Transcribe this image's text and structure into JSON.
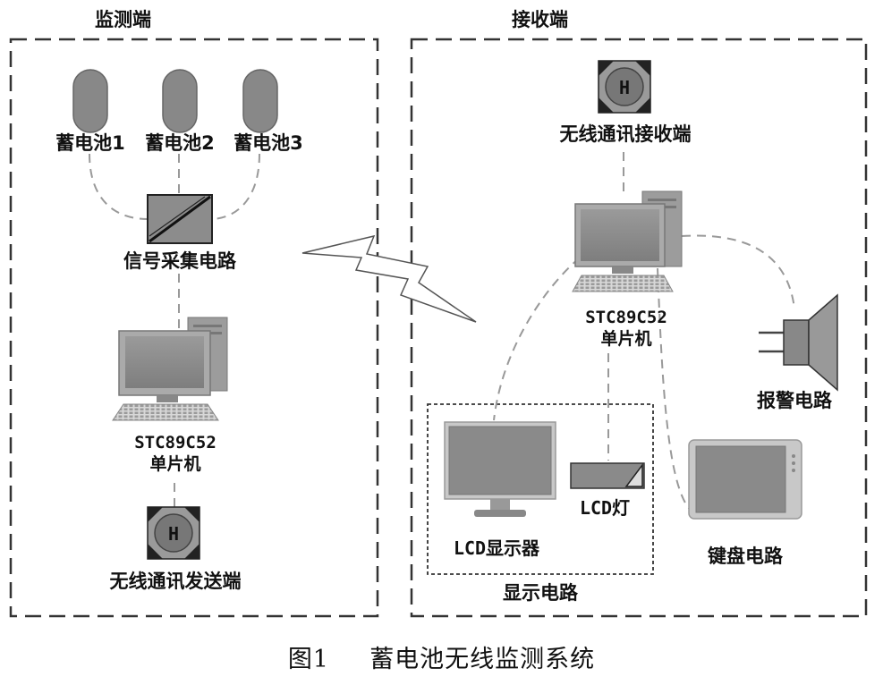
{
  "monitor_side": {
    "title": "监测端",
    "batteries": [
      "蓄电池1",
      "蓄电池2",
      "蓄电池3"
    ],
    "signal_circuit": "信号采集电路",
    "mcu_model": "STC89C52",
    "mcu_name": "单片机",
    "wireless_tx": "无线通讯发送端",
    "wireless_icon_letter": "H"
  },
  "receiver_side": {
    "title": "接收端",
    "wireless_rx": "无线通讯接收端",
    "wireless_icon_letter": "H",
    "mcu_model": "STC89C52",
    "mcu_name": "单片机",
    "alarm": "报警电路",
    "keyboard": "键盘电路",
    "display_group": "显示电路",
    "lcd_display": "LCD显示器",
    "lcd_light": "LCD灯"
  },
  "caption": {
    "figure_no": "图1",
    "title": "蓄电池无线监测系统"
  },
  "colors": {
    "component_gray": "#8a8a8a",
    "dark_gray": "#444444",
    "line": "#999999",
    "border": "#333333"
  }
}
